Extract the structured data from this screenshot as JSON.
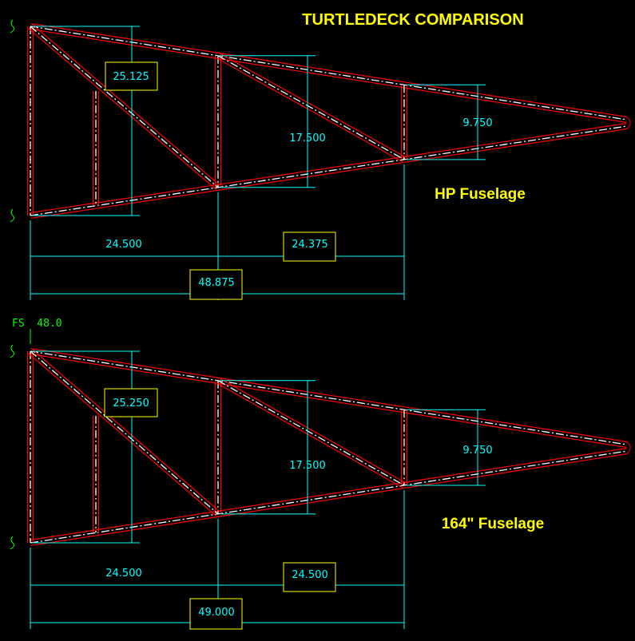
{
  "title": "TURTLEDECK COMPARISON",
  "colors": {
    "background": "#000000",
    "tube": "#ff0000",
    "centerline": "#ffffff",
    "dimension": "#00ffff",
    "label": "#ffff00",
    "station": "#00ff00"
  },
  "station_label": "FS  48.0",
  "trusses": [
    {
      "label": "HP Fuselage",
      "dims": {
        "front_height": "25.125",
        "mid_height": "17.500",
        "rear_height": "9.750",
        "bay1": "24.500",
        "bay2": "24.375",
        "overall": "48.875"
      }
    },
    {
      "label": "164\" Fuselage",
      "dims": {
        "front_height": "25.250",
        "mid_height": "17.500",
        "rear_height": "9.750",
        "bay1": "24.500",
        "bay2": "24.500",
        "overall": "49.000"
      }
    }
  ]
}
